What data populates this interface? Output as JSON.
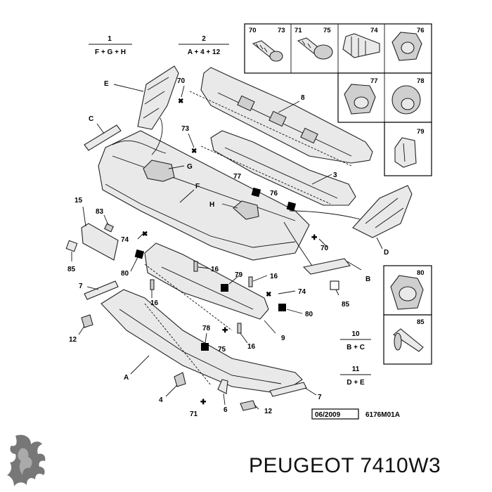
{
  "groups": {
    "g1": {
      "num": "1",
      "formula": "F + G + H"
    },
    "g2": {
      "num": "2",
      "formula": "A + 4 + 12"
    },
    "g10": {
      "num": "10",
      "formula": "B + C"
    },
    "g11": {
      "num": "11",
      "formula": "D + E"
    }
  },
  "callouts": {
    "E": "E",
    "C": "C",
    "G": "G",
    "F": "F",
    "H": "H",
    "D": "D",
    "B": "B",
    "A": "A",
    "n70a": "70",
    "n70b": "70",
    "n8": "8",
    "n73": "73",
    "n3": "3",
    "n77": "77",
    "n76": "76",
    "n15": "15",
    "n83": "83",
    "n74a": "74",
    "n74b": "74",
    "n85a": "85",
    "n85b": "85",
    "n80a": "80",
    "n80b": "80",
    "n16a": "16",
    "n16b": "16",
    "n16c": "16",
    "n16d": "16",
    "n79": "79",
    "n7a": "7",
    "n7b": "7",
    "n9": "9",
    "n12a": "12",
    "n12b": "12",
    "n78": "78",
    "n75": "75",
    "n4": "4",
    "n71": "71",
    "n6": "6"
  },
  "fastener_panel": [
    {
      "id": "70",
      "id2": "73"
    },
    {
      "id": "71",
      "id2": "75"
    },
    {
      "id": "74"
    },
    {
      "id": "76"
    },
    {
      "id": "77"
    },
    {
      "id": "78"
    },
    {
      "id": "79"
    }
  ],
  "side_panel": [
    {
      "id": "80"
    },
    {
      "id": "85"
    }
  ],
  "footer": {
    "date": "06/2009",
    "ref": "6176M01A",
    "brand_text": "PEUGEOT 7410W3"
  },
  "colors": {
    "line": "#111111",
    "part_fill": "#e9e9e9",
    "part_dark": "#cfcfcf"
  }
}
